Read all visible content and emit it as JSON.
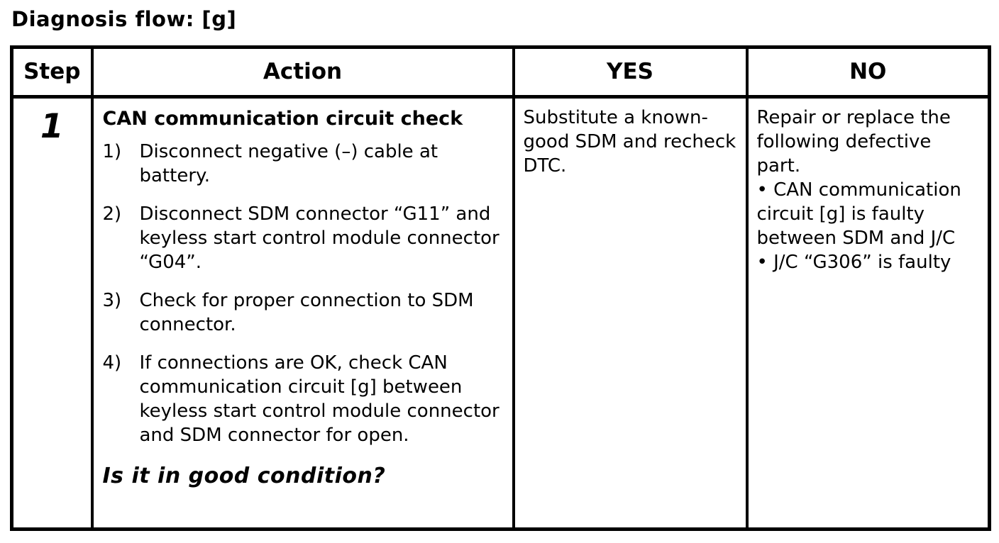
{
  "title": "Diagnosis flow: [g]",
  "table": {
    "headers": [
      "Step",
      "Action",
      "YES",
      "NO"
    ],
    "rows": [
      {
        "step": "1",
        "action": {
          "heading": "CAN communication circuit check",
          "steps": [
            {
              "marker": "1)",
              "text": "Disconnect negative (–) cable at battery."
            },
            {
              "marker": "2)",
              "text": "Disconnect SDM connector “G11” and keyless start control module connector “G04”."
            },
            {
              "marker": "3)",
              "text": "Check for proper connection to SDM connector."
            },
            {
              "marker": "4)",
              "text": "If connections are OK, check CAN communication circuit [g] between keyless start control module connector and SDM connector for open."
            }
          ],
          "question": "Is it in good condition?"
        },
        "yes": "Substitute a known-good SDM and recheck DTC.",
        "no": {
          "intro": "Repair or replace the following defective part.",
          "bullets": [
            "• CAN communication circuit [g] is faulty between SDM and J/C",
            "• J/C “G306” is faulty"
          ]
        }
      }
    ]
  }
}
